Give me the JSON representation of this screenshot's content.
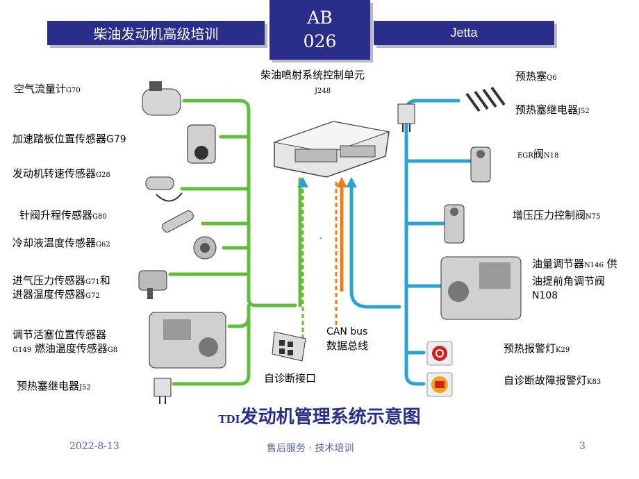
{
  "header": {
    "left_title": "柴油发动机高级培训",
    "code_line1": "AB",
    "code_line2": "026",
    "right_title": "Jetta"
  },
  "ecu": {
    "name": "柴油喷射系统控制单元",
    "code": "J248"
  },
  "sensors": [
    {
      "name": "空气流量计",
      "code": "G70"
    },
    {
      "name": "加速踏板位置传感器",
      "code": "G79"
    },
    {
      "name": "发动机转速传感器",
      "code": "G28"
    },
    {
      "name": "针阀升程传感器",
      "code": "G80"
    },
    {
      "name": "冷却液温度传感器",
      "code": "G62"
    },
    {
      "name": "进气压力传感器",
      "code": "G71",
      "suffix": "和"
    },
    {
      "name": "进器温度传感器",
      "code": "G72"
    },
    {
      "name": "调节活塞位置传感器",
      "code": ""
    },
    {
      "name": "燃油温度传感器",
      "code": "G149",
      "code2": "G8"
    },
    {
      "name": "预热塞继电器",
      "code": "J52"
    }
  ],
  "actuators": [
    {
      "name": "预热塞",
      "code": "Q6"
    },
    {
      "name": "预热塞继电器",
      "code": "J52"
    },
    {
      "name": "阀",
      "code": "N18",
      "prefix": "EGR"
    },
    {
      "name": "增压压力控制阀",
      "code": "N75"
    },
    {
      "name": "油量调节器",
      "code": "N146",
      "suffix": " 供"
    },
    {
      "name": "油提前角调节阀",
      "code": ""
    },
    {
      "name": "",
      "code": "N108"
    },
    {
      "name": "预热报警灯",
      "code": "K29"
    },
    {
      "name": "自诊断故障报警灯",
      "code": "K83"
    }
  ],
  "bus": {
    "line1": "CAN bus",
    "line2": "数据总线"
  },
  "diag": {
    "label": "自诊断接口"
  },
  "title": {
    "prefix": "TDI",
    "text": "发动机管理系统示意图"
  },
  "footer": {
    "date": "2022-8-13",
    "center": "售后服务 · 技术培训",
    "page": "3"
  },
  "colors": {
    "header": "#2a2e8a",
    "sensor_line": "#5fbf3a",
    "actuator_line": "#2ba3d0",
    "bus_line": "#f07d1a"
  }
}
